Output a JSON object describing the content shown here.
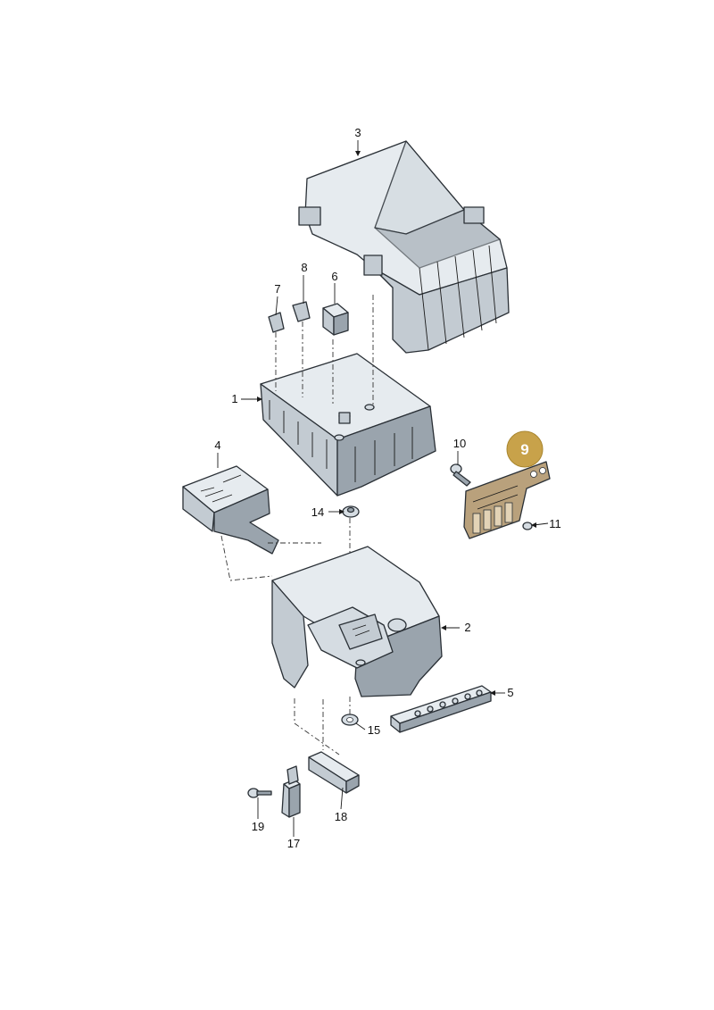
{
  "callouts": {
    "c1": "1",
    "c2": "2",
    "c3": "3",
    "c4": "4",
    "c5": "5",
    "c6": "6",
    "c7": "7",
    "c8": "8",
    "c9": "9",
    "c10": "10",
    "c11": "11",
    "c14": "14",
    "c15": "15",
    "c17": "17",
    "c18": "18",
    "c19": "19"
  },
  "highlight": {
    "part_number": "9",
    "color": "#c8a24a"
  },
  "colors": {
    "line": "#2a3036",
    "light": "#e6ebef",
    "mid": "#c3cbd2",
    "dark": "#9aa4ad"
  }
}
